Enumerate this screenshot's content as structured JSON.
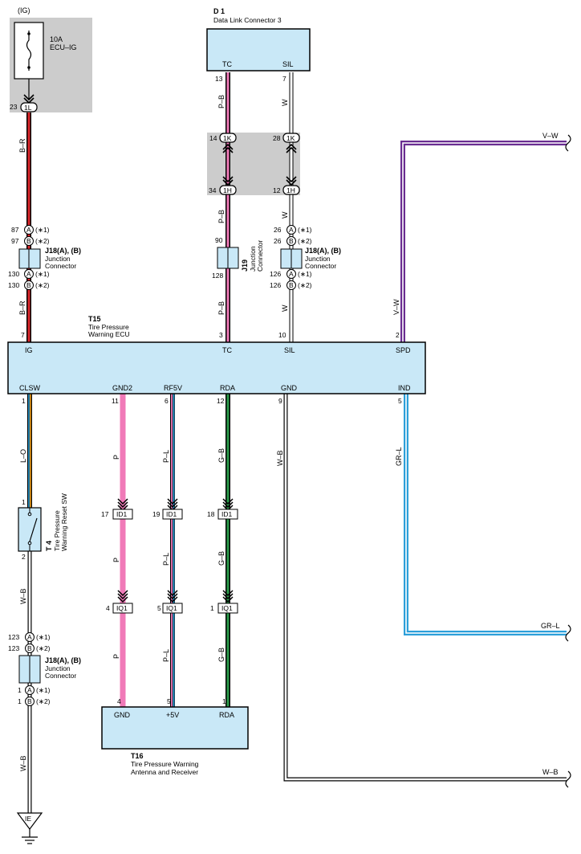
{
  "power": {
    "source": "(IG)",
    "fuse_rating": "10A",
    "fuse_name": "ECU–IG",
    "pin": "23",
    "connector": "1L"
  },
  "d1": {
    "id": "D 1",
    "name": "Data Link Connector 3",
    "tc_label": "TC",
    "sil_label": "SIL",
    "tc_pin": "13",
    "sil_pin": "7"
  },
  "relay_block": {
    "top_left_pin": "14",
    "top_left_conn": "1K",
    "top_right_pin": "28",
    "top_right_conn": "1K",
    "bot_left_pin": "34",
    "bot_left_conn": "1H",
    "bot_right_pin": "12",
    "bot_right_conn": "1H"
  },
  "wires": {
    "br1": "B–R",
    "br2": "B–R",
    "pb1": "P–B",
    "pb2": "P–B",
    "pb3": "P–B",
    "w1": "W",
    "w2": "W",
    "w3": "W",
    "vw1": "V–W",
    "vw2": "V–W",
    "lo": "L–O",
    "p1": "P",
    "p2": "P",
    "p3": "P",
    "pl1": "P–L",
    "pl2": "P–L",
    "pl3": "P–L",
    "gb1": "G–B",
    "gb2": "G–B",
    "gb3": "G–B",
    "wb1": "W–B",
    "wb2": "W–B",
    "wb3": "W–B",
    "wb4": "W–B",
    "grl1": "GR–L",
    "grl2": "GR–L"
  },
  "j18_left": {
    "id": "J18(A), (B)",
    "name1": "Junction",
    "name2": "Connector",
    "p87": "87",
    "p97": "97",
    "p130a": "130",
    "p130b": "130",
    "a": "A",
    "b": "B",
    "n1": "(∗1)",
    "n2": "(∗2)"
  },
  "j19": {
    "id": "J19",
    "name1": "Junction",
    "name2": "Connector",
    "p90": "90",
    "p128": "128"
  },
  "j18_right": {
    "id": "J18(A), (B)",
    "name1": "Junction",
    "name2": "Connector",
    "p26a": "26",
    "p26b": "26",
    "p126a": "126",
    "p126b": "126",
    "a": "A",
    "b": "B",
    "n1": "(∗1)",
    "n2": "(∗2)"
  },
  "t15": {
    "id": "T15",
    "name1": "Tire Pressure",
    "name2": "Warning ECU",
    "ig": "IG",
    "tc": "TC",
    "sil": "SIL",
    "spd": "SPD",
    "clsw": "CLSW",
    "gnd2": "GND2",
    "rf5v": "RF5V",
    "rda": "RDA",
    "gnd": "GND",
    "ind": "IND",
    "p_ig": "7",
    "p_tc": "3",
    "p_sil": "10",
    "p_spd": "2",
    "p_clsw": "1",
    "p_gnd2": "11",
    "p_rf5v": "6",
    "p_rda": "12",
    "p_gnd": "9",
    "p_ind": "5"
  },
  "t4": {
    "id": "T 4",
    "name1": "Tire Pressure",
    "name2": "Warning Reset SW",
    "p1": "1",
    "p2": "2"
  },
  "id1": {
    "conn": "ID1",
    "p17": "17",
    "p19": "19",
    "p18": "18"
  },
  "iq1": {
    "conn": "IQ1",
    "p4": "4",
    "p5": "5",
    "p1": "1"
  },
  "j18_bottom": {
    "id": "J18(A), (B)",
    "name1": "Junction",
    "name2": "Connector",
    "p123a": "123",
    "p123b": "123",
    "p1a": "1",
    "p1b": "1",
    "a": "A",
    "b": "B",
    "n1": "(∗1)",
    "n2": "(∗2)"
  },
  "t16": {
    "id": "T16",
    "name1": "Tire Pressure Warning",
    "name2": "Antenna and Receiver",
    "gnd": "GND",
    "v5": "+5V",
    "rda": "RDA",
    "p_gnd": "4",
    "p_v5": "5",
    "p_rda": "1"
  },
  "ground": {
    "label": "IE"
  },
  "colors": {
    "box_fill": "#c9e8f7",
    "shade": "#cccccc",
    "red": "#d9262b",
    "pink": "#f07ab8",
    "purple": "#6a2d91",
    "blue": "#2c9fd9",
    "green": "#2a9a4a",
    "orange": "#f3a21c"
  }
}
